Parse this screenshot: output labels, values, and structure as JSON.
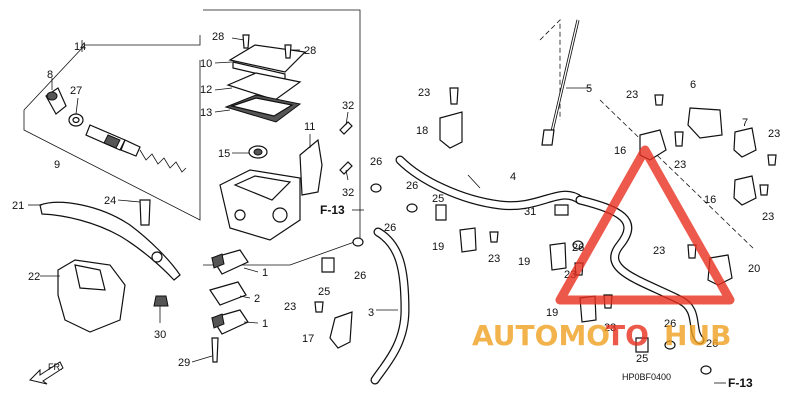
{
  "diagram": {
    "callouts": {
      "c1a": "1",
      "c1b": "1",
      "c2": "2",
      "c3": "3",
      "c4": "4",
      "c5": "5",
      "c6": "6",
      "c7": "7",
      "c8": "8",
      "c9": "9",
      "c10": "10",
      "c11": "11",
      "c12": "12",
      "c13": "13",
      "c14": "14",
      "c15": "15",
      "c16a": "16",
      "c16b": "16",
      "c17": "17",
      "c18": "18",
      "c19a": "19",
      "c19b": "19",
      "c19c": "19",
      "c20": "20",
      "c21": "21",
      "c22": "22",
      "c23a": "23",
      "c23b": "23",
      "c23c": "23",
      "c23d": "23",
      "c23e": "23",
      "c23f": "23",
      "c23g": "23",
      "c23h": "23",
      "c23i": "23",
      "c23j": "23",
      "c24": "24",
      "c25a": "25",
      "c25b": "25",
      "c25c": "25",
      "c26a": "26",
      "c26b": "26",
      "c26c": "26",
      "c26d": "26",
      "c26e": "26",
      "c26f": "26",
      "c27": "27",
      "c28a": "28",
      "c28b": "28",
      "c29": "29",
      "c30": "30",
      "c31": "31",
      "c32a": "32",
      "c32b": "32"
    },
    "frame_refs": {
      "f13a": "F-13",
      "f13b": "F-13"
    },
    "direction": "FR.",
    "diagram_code": "HP0BF0400",
    "watermark": {
      "part1": "AUTOMO",
      "part2": "TO",
      "part3": "HUB",
      "color": "#e8301f",
      "accent": "#f0a020"
    }
  }
}
